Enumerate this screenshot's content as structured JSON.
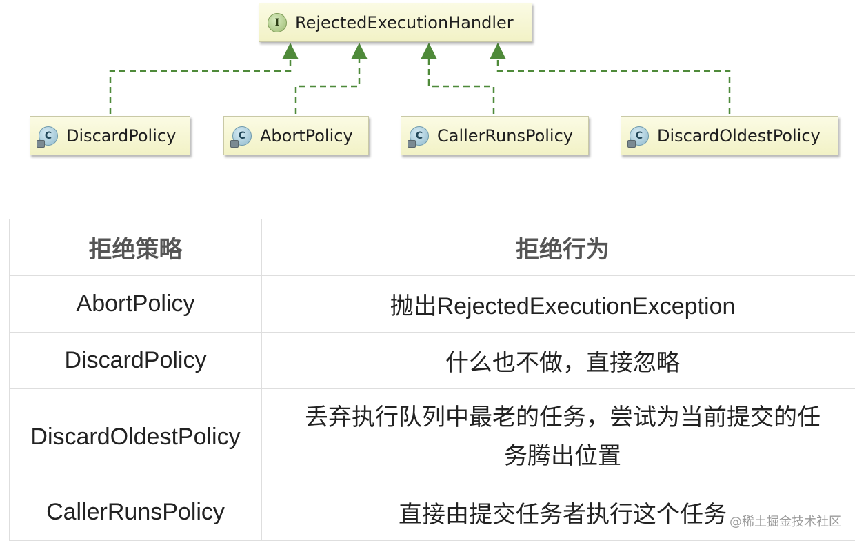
{
  "diagram": {
    "interface": {
      "stereotype_icon": "I",
      "name": "RejectedExecutionHandler"
    },
    "classes": [
      {
        "icon": "C",
        "name": "DiscardPolicy"
      },
      {
        "icon": "C",
        "name": "AbortPolicy"
      },
      {
        "icon": "C",
        "name": "CallerRunsPolicy"
      },
      {
        "icon": "C",
        "name": "DiscardOldestPolicy"
      }
    ],
    "colors": {
      "arrow": "#4f8a3a",
      "node_fill": "#f6f6d2",
      "node_border": "#c9c9a6"
    }
  },
  "table": {
    "headers": [
      "拒绝策略",
      "拒绝行为"
    ],
    "rows": [
      {
        "policy": "AbortPolicy",
        "behavior": "抛出RejectedExecutionException"
      },
      {
        "policy": "DiscardPolicy",
        "behavior": "什么也不做，直接忽略"
      },
      {
        "policy": "DiscardOldestPolicy",
        "behavior_line1": "丢弃执行队列中最老的任务，尝试为当前提交的任",
        "behavior_line2": "务腾出位置"
      },
      {
        "policy": "CallerRunsPolicy",
        "behavior": "直接由提交任务者执行这个任务"
      }
    ]
  },
  "watermark": "@稀土掘金技术社区"
}
